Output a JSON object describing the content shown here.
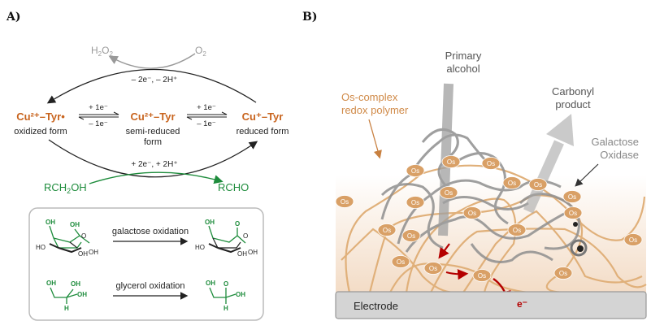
{
  "panel_a": {
    "label": "A)",
    "oxygen_cycle": {
      "product": "H2O2",
      "product_main": "H",
      "product_sub1": "2",
      "product_mid": "O",
      "product_sub2": "2",
      "reactant_main": "O",
      "reactant_sub": "2"
    },
    "top_arc_label": "– 2e⁻, – 2H⁺",
    "states": [
      {
        "formula": "Cu²⁺–Tyr•",
        "desc": "oxidized form"
      },
      {
        "formula": "Cu²⁺–Tyr",
        "desc": "semi-reduced",
        "desc2": "form"
      },
      {
        "formula": "Cu⁺–Tyr",
        "desc": "reduced form"
      }
    ],
    "eq_arrows": [
      {
        "forward": "+ 1e⁻",
        "reverse": "– 1e⁻"
      },
      {
        "forward": "+ 1e⁻",
        "reverse": "– 1e⁻"
      }
    ],
    "bottom_arc_label": "+ 2e⁻, + 2H⁺",
    "substrate": {
      "main1": "RCH",
      "sub": "2",
      "main2": "OH"
    },
    "product": "RCHO",
    "reactions_box": {
      "reactions": [
        {
          "label": "galactose oxidation"
        },
        {
          "label": "glycerol oxidation"
        }
      ],
      "atoms": {
        "oh": "OH",
        "ho": "HO",
        "o": "O",
        "h": "H"
      }
    }
  },
  "panel_b": {
    "label": "B)",
    "primary_alcohol": [
      "Primary",
      "alcohol"
    ],
    "carbonyl_product": [
      "Carbonyl",
      "product"
    ],
    "polymer_label": [
      "Os-complex",
      "redox polymer"
    ],
    "enzyme_label": [
      "Galactose",
      "Oxidase"
    ],
    "os_label": "Os",
    "electrode_label": "Electrode",
    "electron_label": "e⁻"
  },
  "colors": {
    "orange": "#c8641e",
    "green": "#1e8c3c",
    "os_fill": "#d9a066",
    "polymer_line": "#e0b07a",
    "grey_text": "#888888",
    "electron_red": "#b40000",
    "electrode_fill": "#d4d4d4"
  }
}
